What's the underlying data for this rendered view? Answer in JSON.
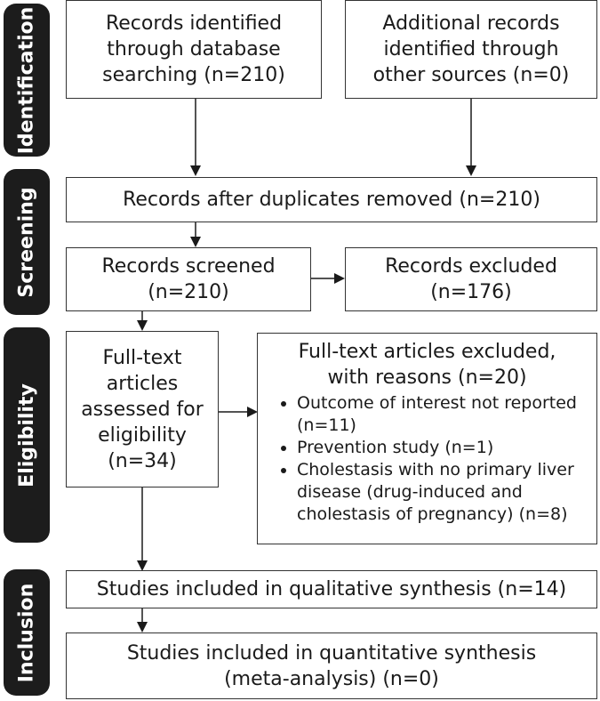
{
  "stages": {
    "identification": "Identification",
    "screening": "Screening",
    "eligibility": "Eligibility",
    "inclusion": "Inclusion"
  },
  "boxes": {
    "db_search": [
      "Records identified",
      "through database",
      "searching (n=210)"
    ],
    "other_sources": [
      "Additional records",
      "identified through",
      "other sources (n=0)"
    ],
    "after_duplicates": [
      "Records after duplicates removed (n=210)"
    ],
    "screened": [
      "Records screened",
      "(n=210)"
    ],
    "excluded": [
      "Records excluded",
      "(n=176)"
    ],
    "fulltext": [
      "Full-text",
      "articles",
      "assessed for",
      "eligibility",
      "(n=34)"
    ],
    "fulltext_excluded": {
      "title": [
        "Full-text articles excluded,",
        "with reasons (n=20)"
      ],
      "reasons": [
        "Outcome of interest not reported (n=11)",
        "Prevention study (n=1)",
        "Cholestasis with no primary liver disease (drug-induced and cholestasis of pregnancy) (n=8)"
      ]
    },
    "qualitative": [
      "Studies included in qualitative synthesis (n=14)"
    ],
    "quantitative": [
      "Studies included in quantitative synthesis",
      "(meta-analysis) (n=0)"
    ]
  }
}
